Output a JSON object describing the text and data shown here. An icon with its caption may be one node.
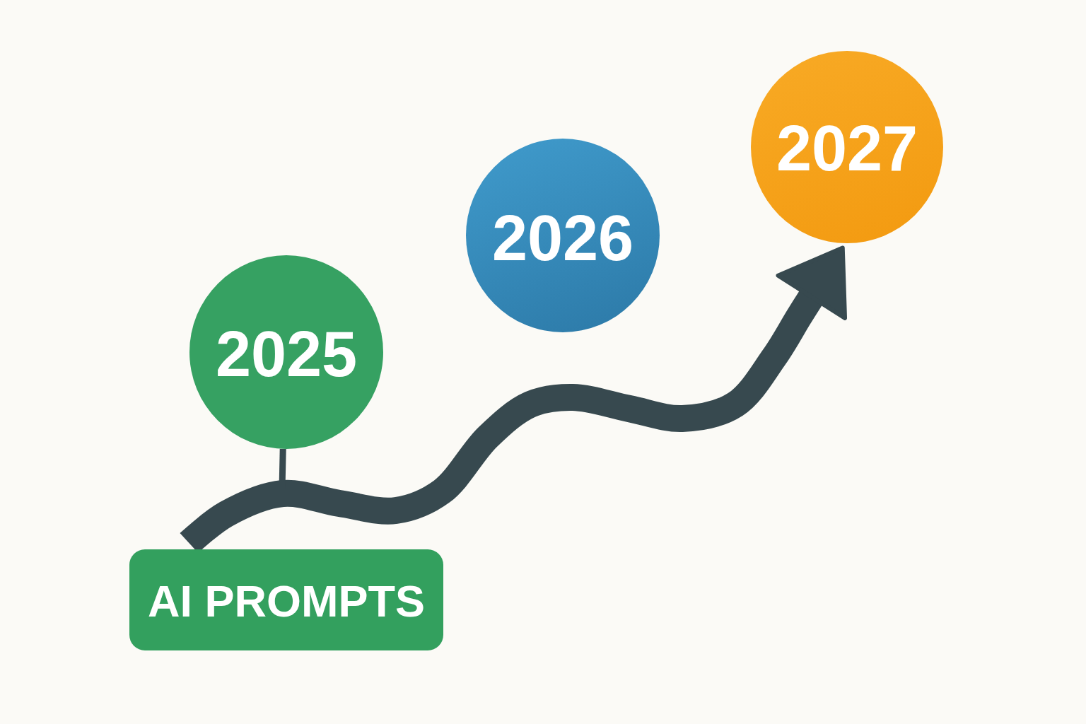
{
  "diagram": {
    "nodes": [
      {
        "text": [
          "2025"
        ]
      },
      {
        "text": [
          "2026"
        ]
      },
      {
        "text": [
          "2027"
        ]
      },
      {
        "text": [
          "AI PROMPTS"
        ]
      }
    ],
    "edges": [
      {
        "from": 3,
        "to": 2,
        "arrow": "to",
        "style": "thick"
      },
      {
        "from": 0,
        "to": null,
        "arrow": "none"
      }
    ]
  }
}
